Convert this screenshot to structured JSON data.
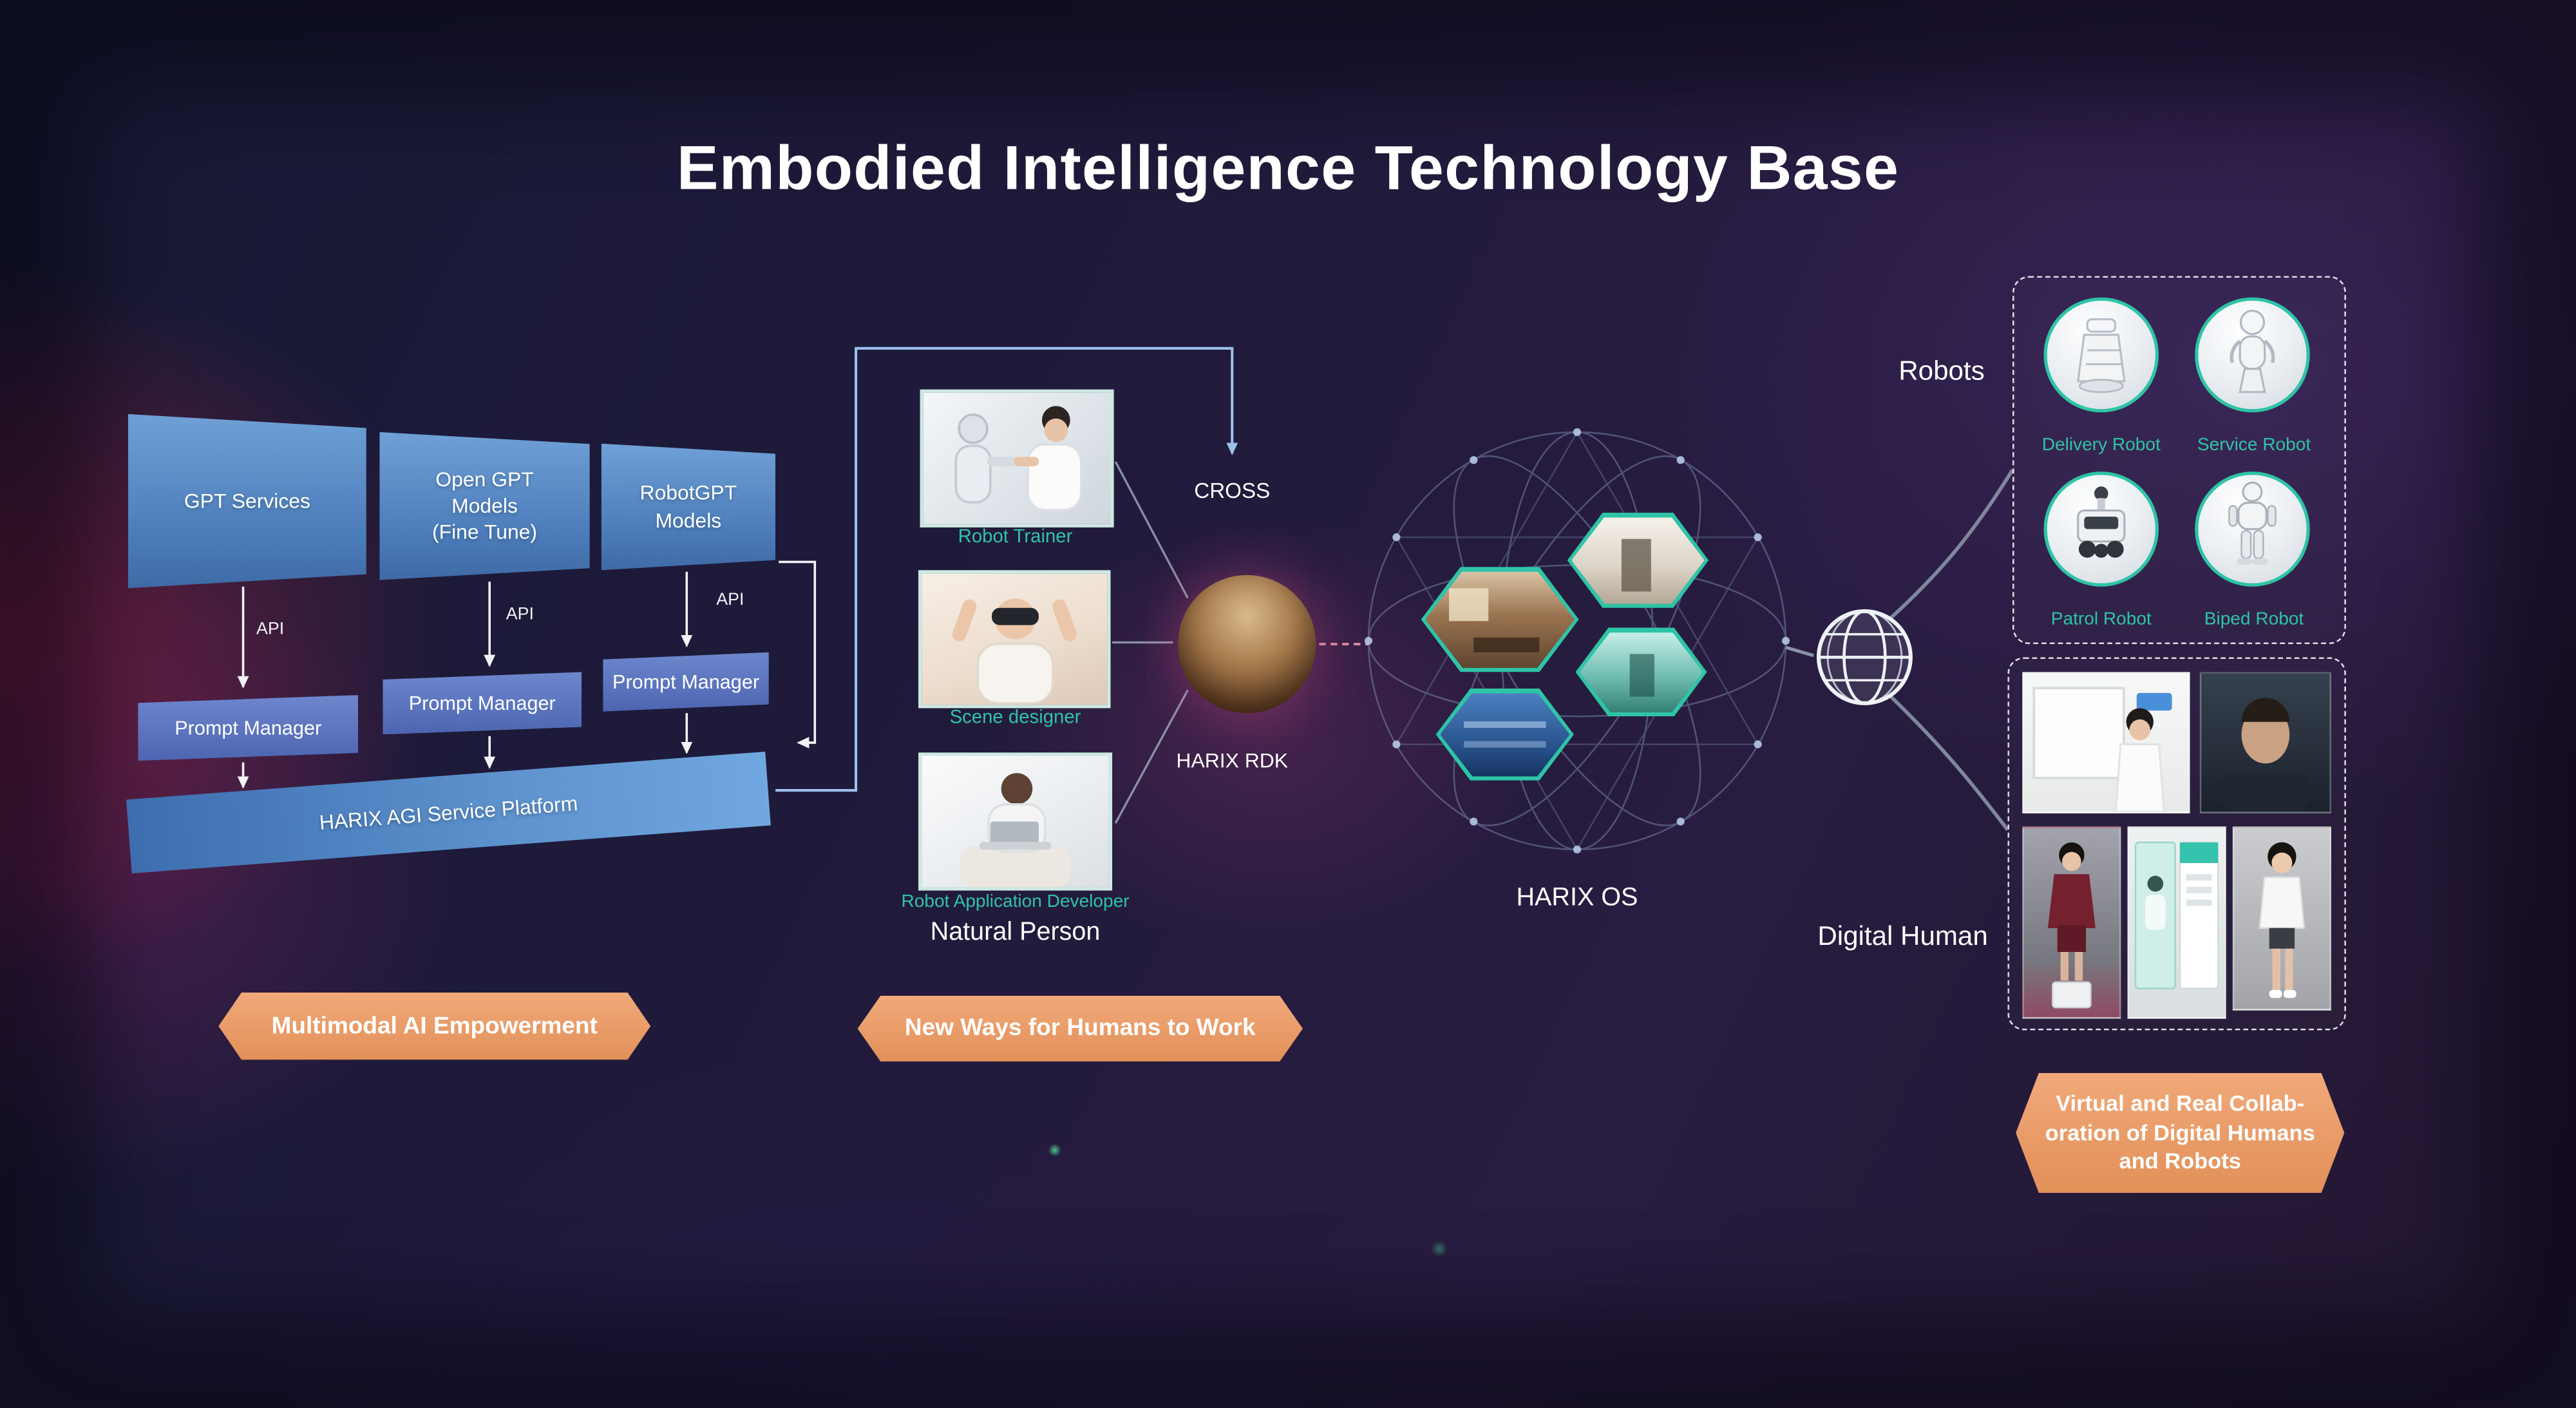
{
  "title": "Embodied Intelligence Technology Base",
  "ai_platform": {
    "model_boxes": [
      {
        "label": "GPT Services"
      },
      {
        "label": "Open GPT\nModels\n(Fine Tune)"
      },
      {
        "label": "RobotGPT\nModels"
      }
    ],
    "api_labels": [
      "API",
      "API",
      "API"
    ],
    "prompt_managers": [
      {
        "label": "Prompt Manager"
      },
      {
        "label": "Prompt Manager"
      },
      {
        "label": "Prompt Manager"
      }
    ],
    "platform_label": "HARIX AGI Service Platform",
    "banner": "Multimodal AI Empowerment"
  },
  "natural_person": {
    "roles": [
      {
        "label": "Robot Trainer"
      },
      {
        "label": "Scene designer"
      },
      {
        "label": "Robot Application Developer"
      }
    ],
    "group_label": "Natural Person",
    "cross_label": "CROSS",
    "rdk_label": "HARIX RDK",
    "banner": "New Ways for Humans to Work"
  },
  "harix_os": {
    "label": "HARIX OS"
  },
  "robots": {
    "title": "Robots",
    "items": [
      {
        "label": "Delivery Robot"
      },
      {
        "label": "Service Robot"
      },
      {
        "label": "Patrol Robot"
      },
      {
        "label": "Biped Robot"
      }
    ]
  },
  "digital_human": {
    "title": "Digital Human",
    "banner": "Virtual and Real Collab-\noration of Digital Humans\nand Robots"
  },
  "colors": {
    "accent_teal": "#2ec4a6",
    "banner_orange": "#ec9e6b",
    "model_box_blue": "#5b8fce",
    "background": "#1f1a3a"
  }
}
